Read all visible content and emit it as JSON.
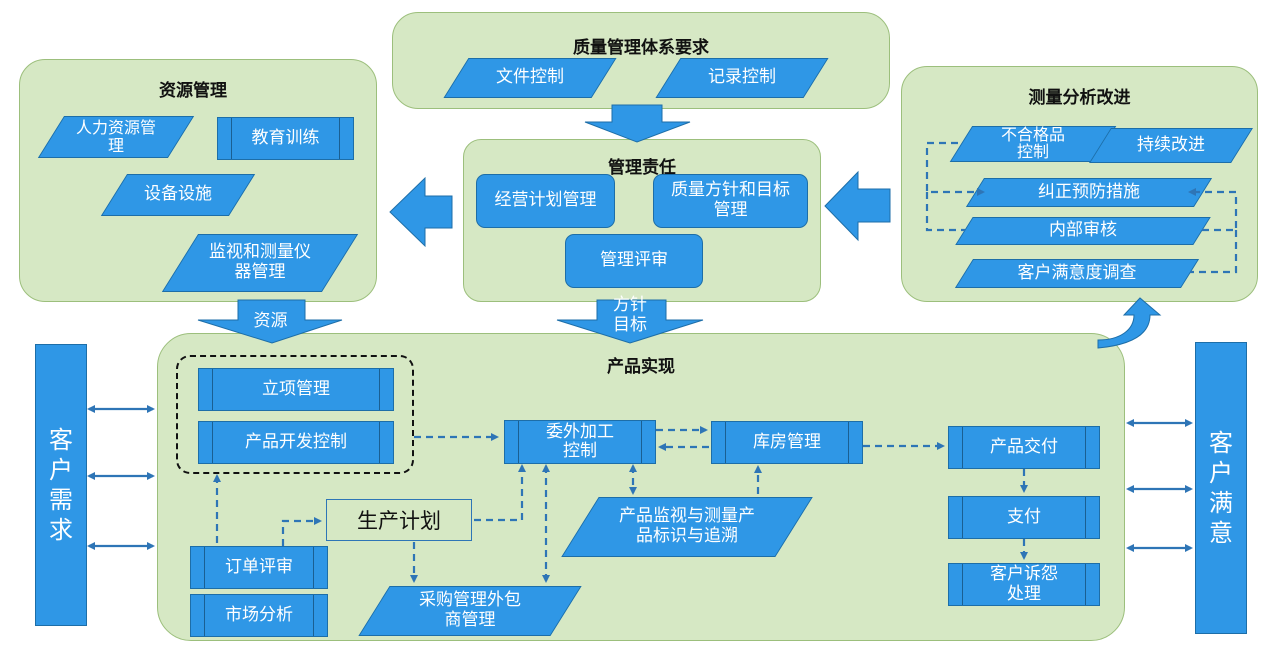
{
  "quality_system": {
    "title": "质量管理体系要求",
    "items": [
      "文件控制",
      "记录控制"
    ]
  },
  "resource_mgmt": {
    "title": "资源管理",
    "items": [
      "人力资源管理",
      "教育训练",
      "设备设施",
      "监视和测量仪器管理"
    ]
  },
  "mgmt_resp": {
    "title": "管理责任",
    "items": [
      "经营计划管理",
      "质量方针和目标管理",
      "管理评审"
    ]
  },
  "measurement": {
    "title": "测量分析改进",
    "items": [
      "不合格品控制",
      "持续改进",
      "纠正预防措施",
      "内部审核",
      "客户满意度调查"
    ]
  },
  "arrows": {
    "resource": "资源",
    "policy": "方针目标"
  },
  "product": {
    "title": "产品实现",
    "items": {
      "project": "立项管理",
      "dev": "产品开发控制",
      "plan": "生产计划",
      "outsource": "委外加工控制",
      "warehouse": "库房管理",
      "monitor": "产品监视与测量产品标识与追溯",
      "purchase": "采购管理外包商管理",
      "order": "订单评审",
      "market": "市场分析",
      "delivery": "产品交付",
      "payment": "支付",
      "complaint": "客户诉怨处理"
    }
  },
  "customer": {
    "demand": "客户需求",
    "satisfaction": "客户满意"
  },
  "colors": {
    "panel": "#d6e8c4",
    "shape": "#2f97e6",
    "connector": "#2e75b6"
  }
}
